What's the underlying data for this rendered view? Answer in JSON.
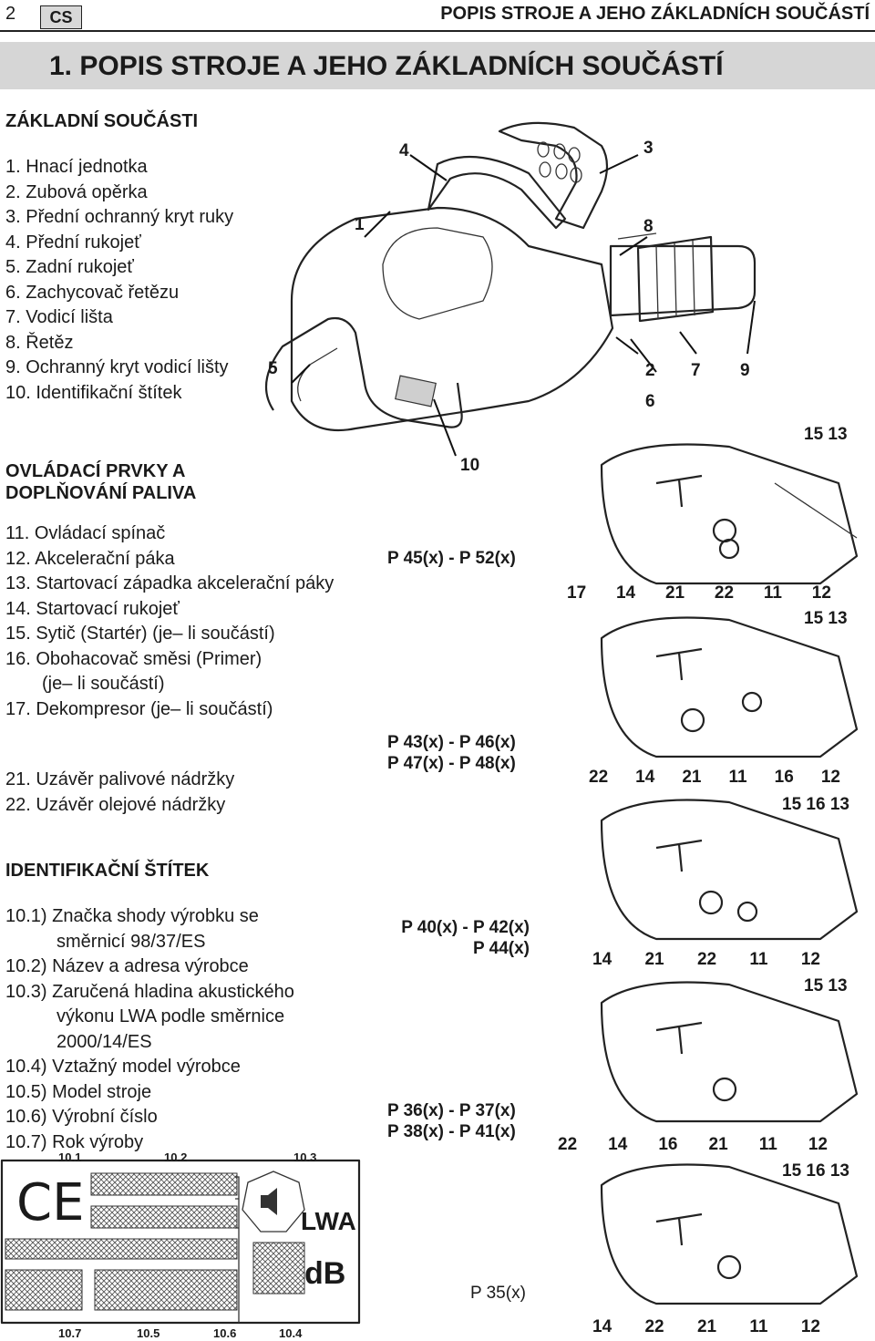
{
  "header": {
    "page_number": "2",
    "language": "CS",
    "running_title": "POPIS STROJE A JEHO ZÁKLADNÍCH SOUČÁSTÍ"
  },
  "chapter_title": "1. POPIS STROJE A JEHO ZÁKLADNÍCH SOUČÁSTÍ",
  "basic_parts": {
    "heading": "ZÁKLADNÍ SOUČÁSTI",
    "items": [
      "1. Hnací jednotka",
      "2. Zubová opěrka",
      "3. Přední ochranný kryt ruky",
      "4. Přední rukojeť",
      "5. Zadní rukojeť",
      "6. Zachycovač řetězu",
      "7. Vodicí lišta",
      "8. Řetěz",
      "9. Ochranný kryt vodicí lišty",
      "10. Identifikační štítek"
    ]
  },
  "controls": {
    "heading_line1": "OVLÁDACÍ PRVKY A",
    "heading_line2": "DOPLŇOVÁNÍ PALIVA",
    "items": [
      "11. Ovládací spínač",
      "12. Akcelerační páka",
      "13. Startovací západka akcelerační páky",
      "14. Startovací rukojeť",
      "15. Sytič (Startér) (je– li součástí)",
      "16. Obohacovač směsi (Primer)",
      "(je– li součástí)",
      "17. Dekompresor (je– li součástí)"
    ],
    "items2": [
      "21. Uzávěr palivové nádržky",
      "22. Uzávěr olejové nádržky"
    ]
  },
  "id_plate": {
    "heading": "IDENTIFIKAČNÍ ŠTÍTEK",
    "items": [
      "10.1) Značka shody výrobku se",
      "směrnicí 98/37/ES",
      "10.2) Název a adresa výrobce",
      "10.3) Zaručená hladina akustického",
      "výkonu LWA podle směrnice",
      "2000/14/ES",
      "10.4) Vztažný model výrobce",
      "10.5) Model stroje",
      "10.6) Výrobní číslo",
      "10.7) Rok výroby"
    ],
    "labels": {
      "l1": "10.1",
      "l2": "10.2",
      "l3": "10.3",
      "l7": "10.7",
      "l5": "10.5",
      "l6": "10.6",
      "l4": "10.4"
    },
    "ce": "CE",
    "lwa": "LWA",
    "db": "dB"
  },
  "saw_callouts": {
    "c1": "1",
    "c2": "2",
    "c3": "3",
    "c4": "4",
    "c5": "5",
    "c6": "6",
    "c7": "7",
    "c8": "8",
    "c9": "9",
    "c10": "10"
  },
  "models": {
    "m1": "P 45(x) - P 52(x)",
    "m2a": "P 43(x) - P 46(x)",
    "m2b": "P 47(x) - P 48(x)",
    "m3a": "P 40(x) - P 42(x)",
    "m3b": "P 44(x)",
    "m4a": "P 36(x) - P 37(x)",
    "m4b": "P 38(x) - P 41(x)",
    "m5": "P 35(x)"
  },
  "detail_callouts": {
    "d1_top": "15 13",
    "d1_bottom": [
      "17",
      "14",
      "21",
      "22",
      "11",
      "12"
    ],
    "d2_top": "15 13",
    "d2_bottom": [
      "22",
      "14",
      "21",
      "11",
      "16",
      "12"
    ],
    "d3_top": "15 16 13",
    "d3_bottom": [
      "14",
      "21",
      "22",
      "11",
      "12"
    ],
    "d4_top": "15 13",
    "d4_bottom": [
      "22",
      "14",
      "16",
      "21",
      "11",
      "12"
    ],
    "d5_top": "15 16 13",
    "d5_bottom": [
      "14",
      "22",
      "21",
      "11",
      "12"
    ]
  }
}
